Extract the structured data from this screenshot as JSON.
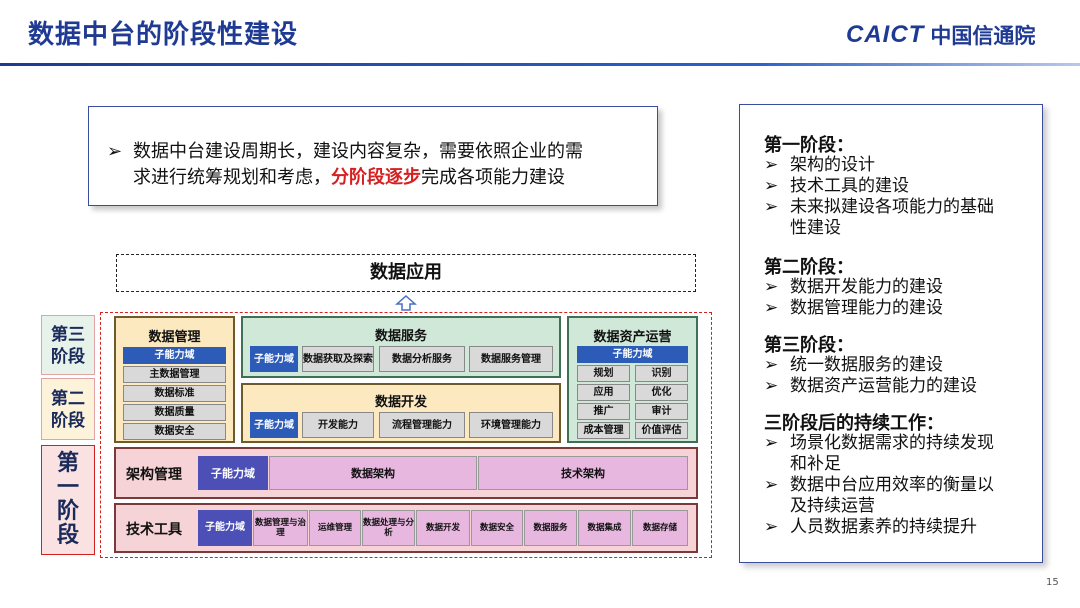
{
  "header": {
    "title": "数据中台的阶段性建设",
    "logo_en": "CAICT",
    "logo_cn": "中国信通院"
  },
  "intro": {
    "bullet": "➢",
    "line1": "数据中台建设周期长，建设内容复杂，需要依照企业的需",
    "line2_prefix": "求进行统筹规划和考虑，",
    "line2_highlight": "分阶段逐步",
    "line2_suffix": "完成各项能力建设"
  },
  "diagram": {
    "app_label": "数据应用",
    "stages": {
      "s3_a": "第三",
      "s3_b": "阶段",
      "s2_a": "第二",
      "s2_b": "阶段",
      "s1_a": "第",
      "s1_b": "一",
      "s1_c": "阶",
      "s1_d": "段"
    },
    "mgmt": {
      "title": "数据管理",
      "items": [
        "子能力域",
        "主数据管理",
        "数据标准",
        "数据质量",
        "数据安全"
      ]
    },
    "service": {
      "title": "数据服务",
      "cells": [
        "子能力域",
        "数据获取及探索",
        "数据分析服务",
        "数据服务管理"
      ]
    },
    "dev": {
      "title": "数据开发",
      "cells": [
        "子能力域",
        "开发能力",
        "流程管理能力",
        "环境管理能力"
      ]
    },
    "asset": {
      "title": "数据资产运营",
      "header": "子能力域",
      "cells": [
        "规划",
        "识别",
        "应用",
        "优化",
        "推广",
        "审计",
        "成本管理",
        "价值评估"
      ]
    },
    "arch": {
      "label": "架构管理",
      "cells": [
        "子能力域",
        "数据架构",
        "技术架构"
      ]
    },
    "tools": {
      "label": "技术工具",
      "cells": [
        "子能力域",
        "数据管理与治理",
        "运维管理",
        "数据处理与分析",
        "数据开发",
        "数据安全",
        "数据服务",
        "数据集成",
        "数据存储"
      ]
    }
  },
  "summary": {
    "bullet": "➢",
    "s1_title": "第一阶段：",
    "s1_items": [
      "架构的设计",
      "技术工具的建设",
      "未来拟建设各项能力的基础",
      "性建设"
    ],
    "s2_title": "第二阶段：",
    "s2_items": [
      "数据开发能力的建设",
      "数据管理能力的建设"
    ],
    "s3_title": "第三阶段：",
    "s3_items": [
      "统一数据服务的建设",
      "数据资产运营能力的建设"
    ],
    "s4_title": "三阶段后的持续工作：",
    "s4_items": [
      "场景化数据需求的持续发现",
      "和补足",
      "数据中台应用效率的衡量以",
      "及持续运营",
      "人员数据素养的持续提升"
    ]
  },
  "page_number": "15"
}
